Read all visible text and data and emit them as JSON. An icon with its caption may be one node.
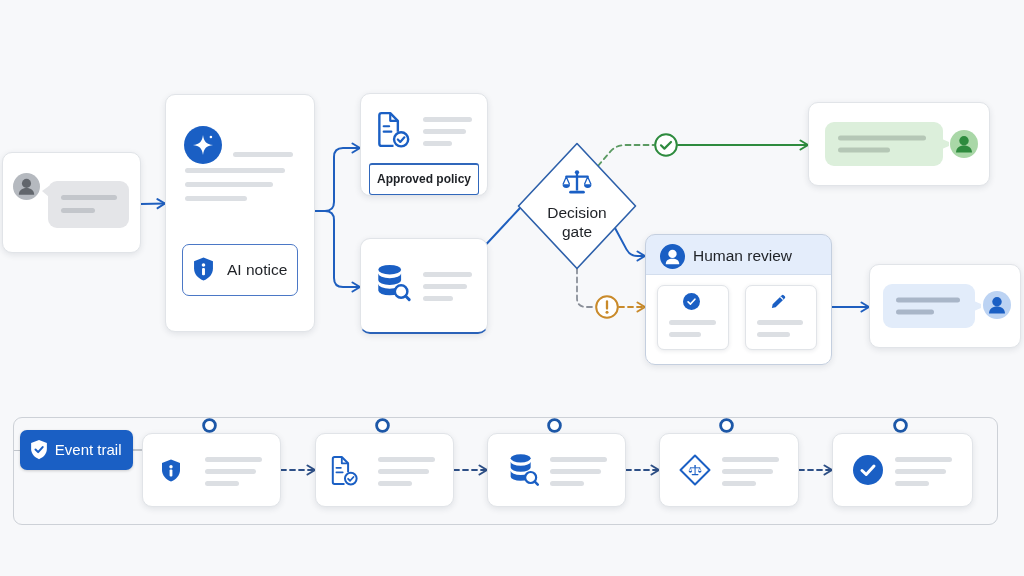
{
  "diagram": {
    "nodes": [
      {
        "text": [],
        "shape": "box"
      },
      {
        "text": [],
        "shape": "box"
      },
      {
        "text": [
          "AI notice"
        ],
        "in": 1
      },
      {
        "text": [],
        "shape": "box"
      },
      {
        "text": [
          "Approved policy"
        ],
        "in": 3
      },
      {
        "text": [],
        "shape": "box"
      },
      {
        "text": [
          "Decision gate"
        ]
      },
      {
        "text": [],
        "shape": "circle"
      },
      {
        "text": [],
        "shape": "box"
      },
      {
        "text": [],
        "shape": "circle"
      },
      {
        "text": [
          "Human review"
        ]
      },
      {
        "text": [],
        "shape": "box",
        "in": 10
      },
      {
        "text": [],
        "shape": "box",
        "in": 10
      },
      {
        "text": [],
        "shape": "box"
      },
      {
        "text": [],
        "shape": "box"
      },
      {
        "text": [
          "Event trail"
        ],
        "in": 14
      },
      {
        "text": [],
        "shape": "box",
        "in": 14
      },
      {
        "text": [],
        "shape": "box",
        "in": 14
      },
      {
        "text": [],
        "shape": "box",
        "in": 14
      },
      {
        "text": [],
        "shape": "box",
        "in": 14
      },
      {
        "text": [],
        "shape": "box",
        "in": 14
      }
    ],
    "edges": [
      {
        "from": 0,
        "to": 1,
        "arrow": "to"
      },
      {
        "from": 1,
        "to": 3,
        "arrow": "to"
      },
      {
        "from": 1,
        "to": 5,
        "arrow": "to"
      },
      {
        "from": 5,
        "to": 6,
        "arrow": "none"
      },
      {
        "from": 6,
        "to": 7,
        "arrow": "none",
        "style": "dashed",
        "color": "#5b9a62"
      },
      {
        "from": 7,
        "to": 8,
        "arrow": "to",
        "color": "#2e8b3e"
      },
      {
        "from": 6,
        "to": 10,
        "arrow": "to"
      },
      {
        "from": 6,
        "to": 9,
        "arrow": "none",
        "style": "dashed",
        "color": "#8b9099"
      },
      {
        "from": 9,
        "to": 10,
        "arrow": "to",
        "style": "dashed",
        "color": "#c98a2a"
      },
      {
        "from": 10,
        "to": 13,
        "arrow": "to"
      },
      {
        "from": 15,
        "to": 16,
        "arrow": "none",
        "color": "#c2c6cc"
      },
      {
        "from": 16,
        "to": 17,
        "arrow": "to",
        "style": "dashed",
        "color": "#2d4f86"
      },
      {
        "from": 17,
        "to": 18,
        "arrow": "to",
        "style": "dashed",
        "color": "#2d4f86"
      },
      {
        "from": 18,
        "to": 19,
        "arrow": "to",
        "style": "dashed",
        "color": "#2d4f86"
      },
      {
        "from": 19,
        "to": 20,
        "arrow": "to",
        "style": "dashed",
        "color": "#2d4f86"
      }
    ]
  }
}
